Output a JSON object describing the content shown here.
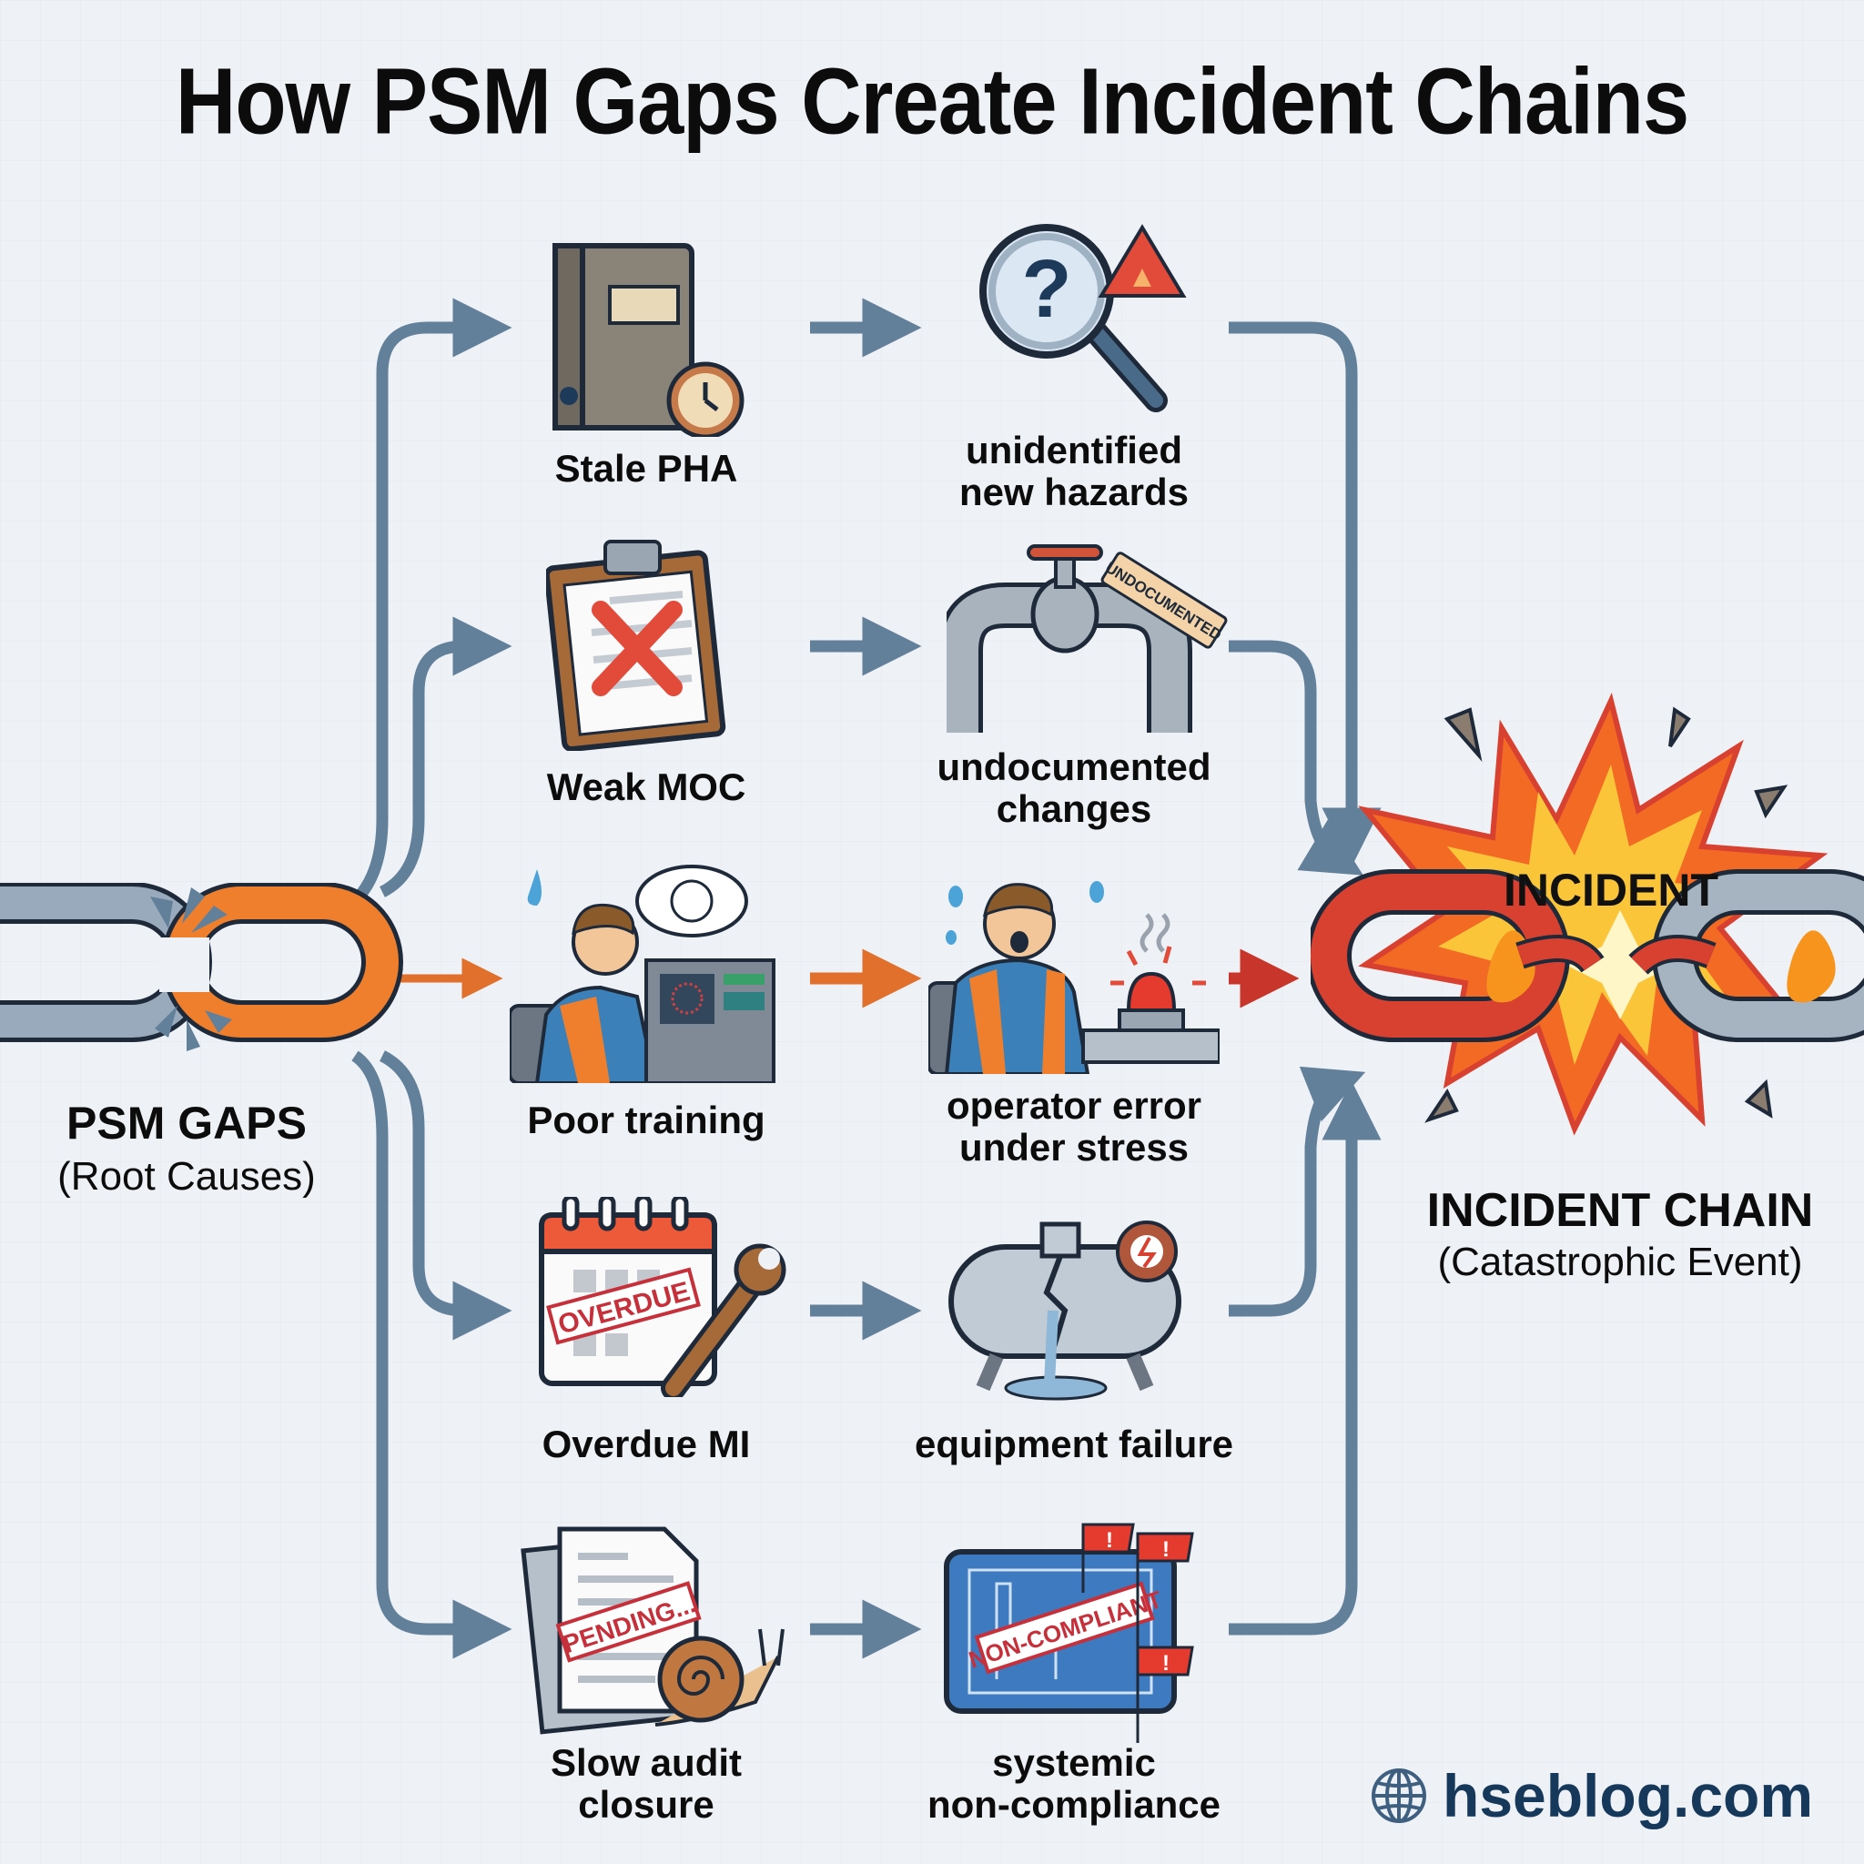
{
  "title": "How PSM Gaps Create Incident Chains",
  "source": {
    "label": "PSM GAPS",
    "sublabel": "(Root Causes)",
    "icon": "broken-chain-link-icon"
  },
  "target": {
    "label": "INCIDENT CHAIN",
    "sublabel": "(Catastrophic Event)",
    "burst_text": "INCIDENT",
    "icon": "exploding-chain-icon"
  },
  "rows": [
    {
      "cause": "Stale PHA",
      "cause_icon": "dusty-binder-clock-icon",
      "effect": "unidentified\nnew hazards",
      "effect_icon": "magnifier-question-hazard-icon",
      "highlight": false
    },
    {
      "cause": "Weak MOC",
      "cause_icon": "clipboard-x-icon",
      "effect": "undocumented\nchanges",
      "effect_icon": "valve-pipe-tag-icon",
      "effect_tag": "UNDOCUMENTED",
      "highlight": false
    },
    {
      "cause": "Poor training",
      "cause_icon": "confused-operator-icon",
      "effect": "operator error\nunder stress",
      "effect_icon": "panicked-operator-alarm-icon",
      "highlight": true
    },
    {
      "cause": "Overdue MI",
      "cause_icon": "calendar-wrench-icon",
      "cause_stamp": "OVERDUE",
      "effect": "equipment failure",
      "effect_icon": "cracked-tank-leak-icon",
      "highlight": false
    },
    {
      "cause": "Slow audit\nclosure",
      "cause_icon": "documents-snail-icon",
      "cause_stamp": "PENDING...",
      "effect": "systemic\nnon-compliance",
      "effect_icon": "blueprint-red-flags-icon",
      "effect_stamp": "NON-COMPLIANT",
      "highlight": false
    }
  ],
  "colors": {
    "arrow": "#62809a",
    "arrow_highlight": "#e0702c",
    "arrow_final": "#c8352a",
    "chain_orange": "#ef7f2c",
    "chain_grey": "#8fa3b6",
    "chain_red": "#d8402f",
    "burst_orange": "#f26a24",
    "burst_yellow": "#fbc53a"
  },
  "footer": {
    "icon": "globe-icon",
    "site": "hseblog.com"
  }
}
